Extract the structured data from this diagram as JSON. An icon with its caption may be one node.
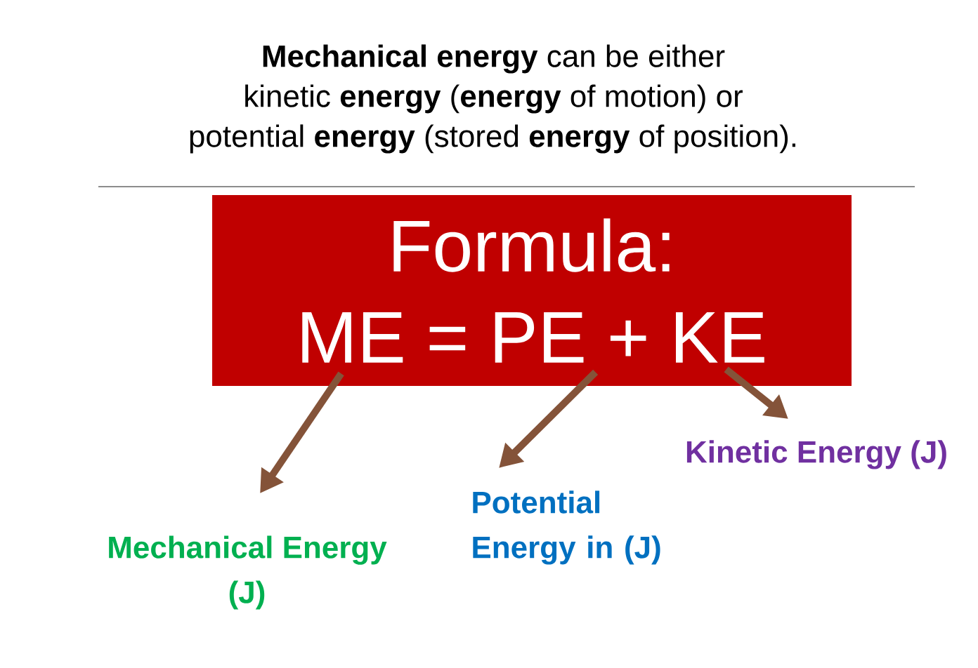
{
  "diagram": {
    "title": "**Mechanical energy** can be either kinetic **energy** (**energy** of motion) or potential **energy** (stored **energy** of position).",
    "nodes": [
      {
        "text": [
          "Formula:",
          "ME = PE + KE"
        ]
      },
      {
        "text": [
          "Mechanical Energy (J)"
        ]
      },
      {
        "text": [
          "Potential Energy in (J)"
        ]
      },
      {
        "text": [
          "Kinetic Energy (J)"
        ]
      }
    ],
    "edges": [
      {
        "from": 0,
        "to": 1,
        "arrow": "to"
      },
      {
        "from": 0,
        "to": 2,
        "arrow": "to"
      },
      {
        "from": 0,
        "to": 3,
        "arrow": "to"
      }
    ]
  }
}
